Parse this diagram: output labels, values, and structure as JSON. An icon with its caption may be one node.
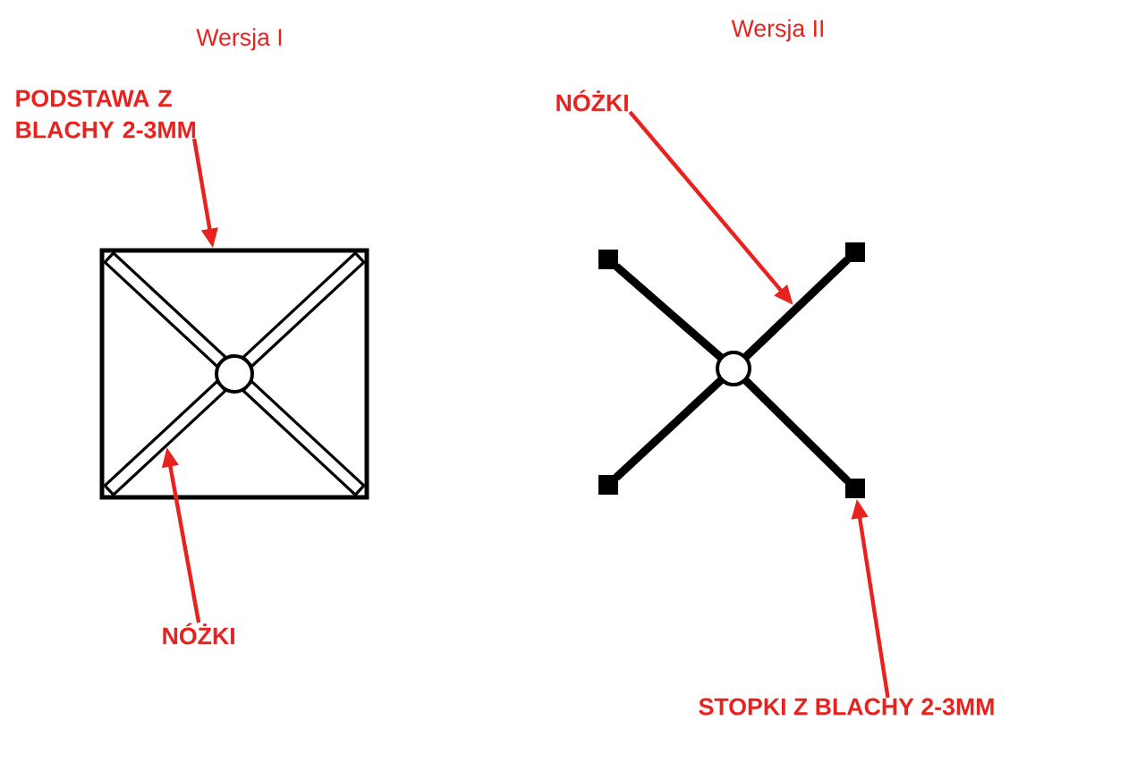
{
  "diagram": {
    "nodes": [
      {
        "text": [
          "PODSTAWA Z BLACHY 2-3MM"
        ]
      },
      {
        "text": [],
        "shape": "box"
      },
      {
        "text": [],
        "shape": "bar",
        "in": 1
      },
      {
        "text": [],
        "shape": "bar",
        "in": 1
      },
      {
        "text": [],
        "shape": "circle",
        "in": 1
      },
      {
        "text": [],
        "shape": "bar",
        "in": 1
      },
      {
        "text": [],
        "shape": "bar",
        "in": 1
      },
      {
        "text": [
          "NÓŻKI"
        ]
      },
      {
        "text": [
          "NÓŻKI"
        ]
      },
      {
        "text": [],
        "shape": "box"
      },
      {
        "text": [],
        "shape": "box"
      },
      {
        "text": [],
        "shape": "bar"
      },
      {
        "text": [],
        "shape": "bar"
      },
      {
        "text": [],
        "shape": "circle"
      },
      {
        "text": [],
        "shape": "bar"
      },
      {
        "text": [],
        "shape": "bar"
      },
      {
        "text": [],
        "shape": "box"
      },
      {
        "text": [],
        "shape": "box"
      },
      {
        "text": [
          "STOPKI Z BLACHY 2-3MM"
        ]
      }
    ],
    "edges": [
      {
        "from": 0,
        "to": 1,
        "arrow": "to"
      },
      {
        "from": 7,
        "to": 5,
        "arrow": "to"
      },
      {
        "from": 8,
        "to": 12,
        "arrow": "to"
      },
      {
        "from": 18,
        "to": 17,
        "arrow": "to"
      }
    ],
    "labels": [
      "Wersja I",
      "Wersja II"
    ]
  }
}
